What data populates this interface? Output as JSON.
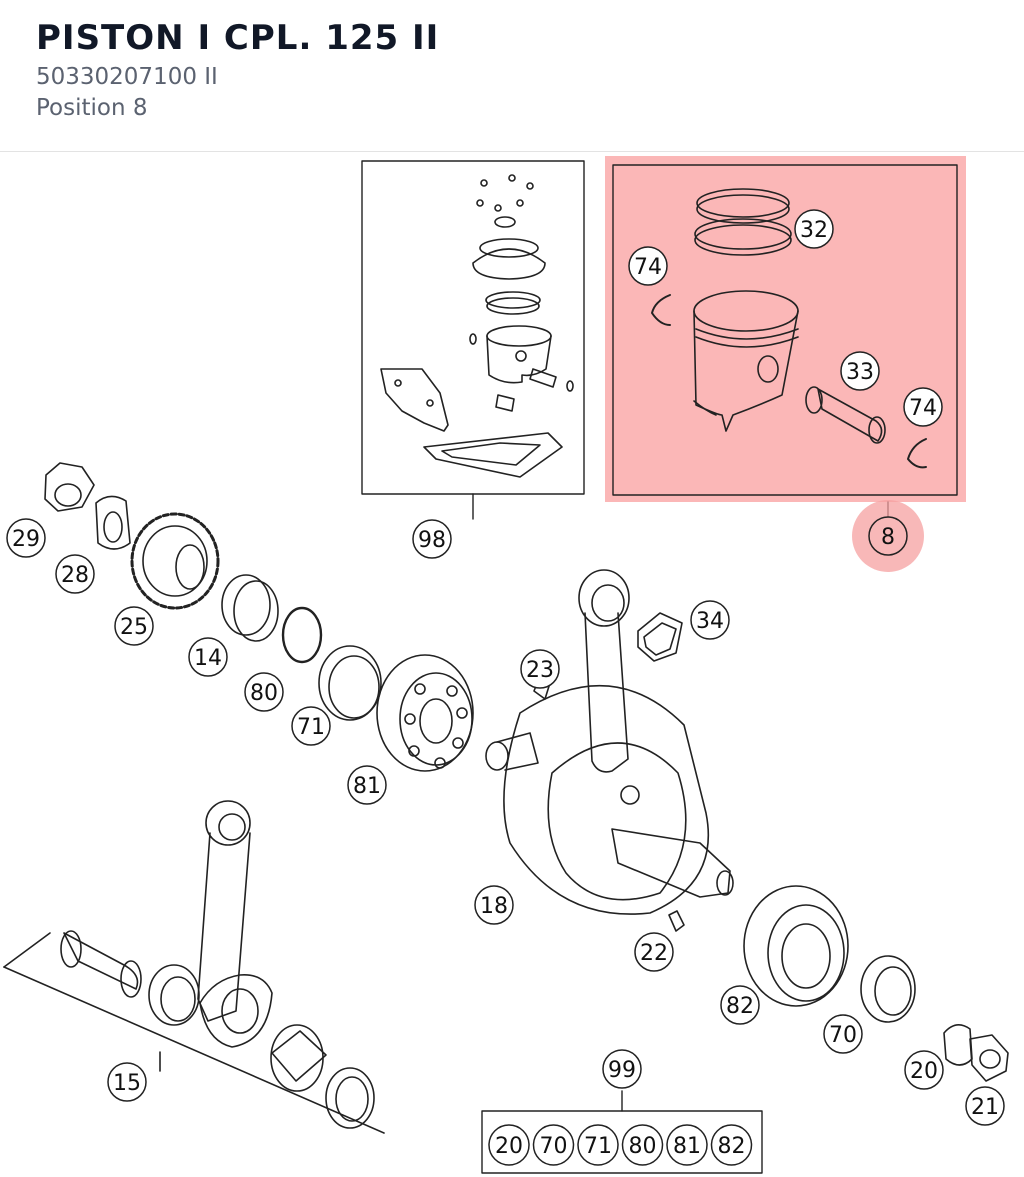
{
  "header": {
    "title": "PISTON I CPL. 125 II",
    "part_number": "50330207100 II",
    "position": "Position 8"
  },
  "colors": {
    "highlight_fill": "#fbb3b3",
    "highlight_marker": "#f5a0a0",
    "line": "#222222"
  },
  "callouts": {
    "c29": "29",
    "c28": "28",
    "c25": "25",
    "c14": "14",
    "c80": "80",
    "c71": "71",
    "c81": "81",
    "c98": "98",
    "c8": "8",
    "c32": "32",
    "c33": "33",
    "c74a": "74",
    "c74b": "74",
    "c34": "34",
    "c23": "23",
    "c18": "18",
    "c22": "22",
    "c82": "82",
    "c70": "70",
    "c20": "20",
    "c21": "21",
    "c15": "15",
    "c99": "99"
  },
  "kit99": [
    "20",
    "70",
    "71",
    "80",
    "81",
    "82"
  ]
}
